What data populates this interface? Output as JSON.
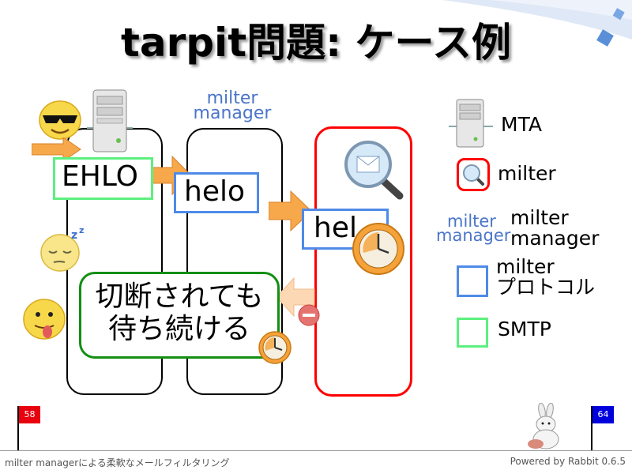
{
  "title": "tarpit問題: ケース例",
  "diagram": {
    "mm_logo": [
      "milter",
      "manager"
    ],
    "msg_ehlo": "EHLO",
    "msg_helo_1": "helo",
    "msg_helo_2": "hel",
    "callout": [
      "切断されても",
      "待ち続ける"
    ]
  },
  "legend": {
    "mta": "MTA",
    "milter": "milter",
    "mm_logo": [
      "milter",
      "manager"
    ],
    "milter_manager": [
      "milter",
      "manager"
    ],
    "milter_protocol": [
      "milter",
      "プロトコル"
    ],
    "smtp": "SMTP"
  },
  "progress": {
    "current_page": "58",
    "total_pages": "64"
  },
  "footer": {
    "left": "milter managerによる柔軟なメールフィルタリング",
    "right": "Powered by Rabbit 0.6.5"
  },
  "colors": {
    "smtp": "#5cf07f",
    "milter_protocol": "#4f8ae8",
    "milter_lane": "#ff0000",
    "callout_border": "#138f13",
    "flag_current": "#e8000e",
    "flag_total": "#0000dd"
  }
}
